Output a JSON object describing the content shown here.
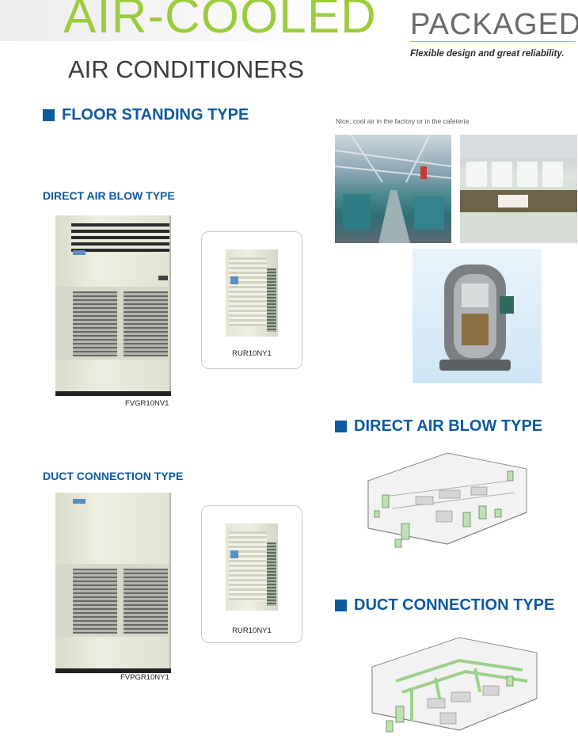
{
  "header": {
    "title_main": "AIR-COOLED",
    "title_packaged": "PACKAGED",
    "tagline": "Flexible design and great reliability.",
    "subtitle": "AIR CONDITIONERS"
  },
  "sections": {
    "floor_standing": "FLOOR STANDING TYPE",
    "direct_air_blow_sub": "DIRECT AIR BLOW TYPE",
    "duct_connection_sub": "DUCT CONNECTION TYPE",
    "direct_air_blow_main": "DIRECT AIR BLOW TYPE",
    "duct_connection_main": "DUCT CONNECTION TYPE"
  },
  "products": {
    "direct": {
      "indoor_model": "FVGR10NV1",
      "outdoor_model": "RUR10NY1"
    },
    "duct": {
      "indoor_model": "FVPGR10NY1",
      "outdoor_model": "RUR10NY1"
    }
  },
  "photo_caption": "Nice, cool air in the factory or in the cafeteria",
  "colors": {
    "accent_green": "#9ccc3c",
    "heading_blue": "#0d5aa0"
  }
}
